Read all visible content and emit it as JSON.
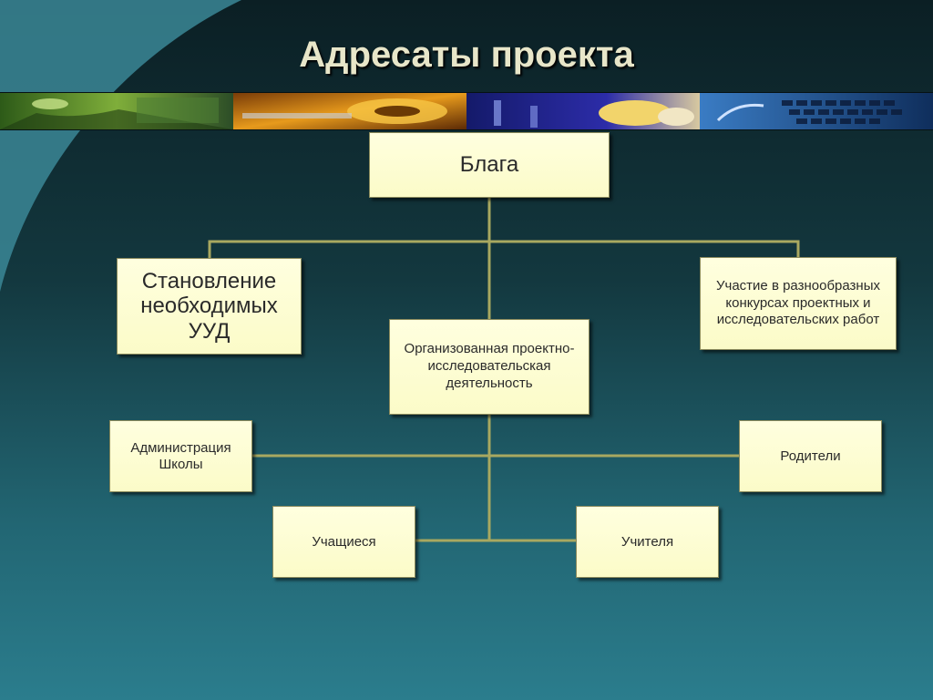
{
  "slide": {
    "title": "Адресаты проекта"
  },
  "photo_strip": [
    {
      "subject": "green-scene-image"
    },
    {
      "subject": "orange-mechanical-image"
    },
    {
      "subject": "blue-lab-hands-image"
    },
    {
      "subject": "blue-keyboard-image"
    }
  ],
  "diagram": {
    "root": "Блага",
    "left_outcome": "Становление необходимых УУД",
    "center": "Организованная проектно-исследовательская деятельность",
    "right_outcome": "Участие в разнообразных конкурсах проектных и исследовательских работ",
    "school_admin": "Администрация Школы",
    "parents": "Родители",
    "students": "Учащиеся",
    "teachers": "Учителя"
  },
  "colors": {
    "box_fill": "#fbfbc8",
    "connector": "#a8a860",
    "title_text": "#e8e6c9"
  }
}
